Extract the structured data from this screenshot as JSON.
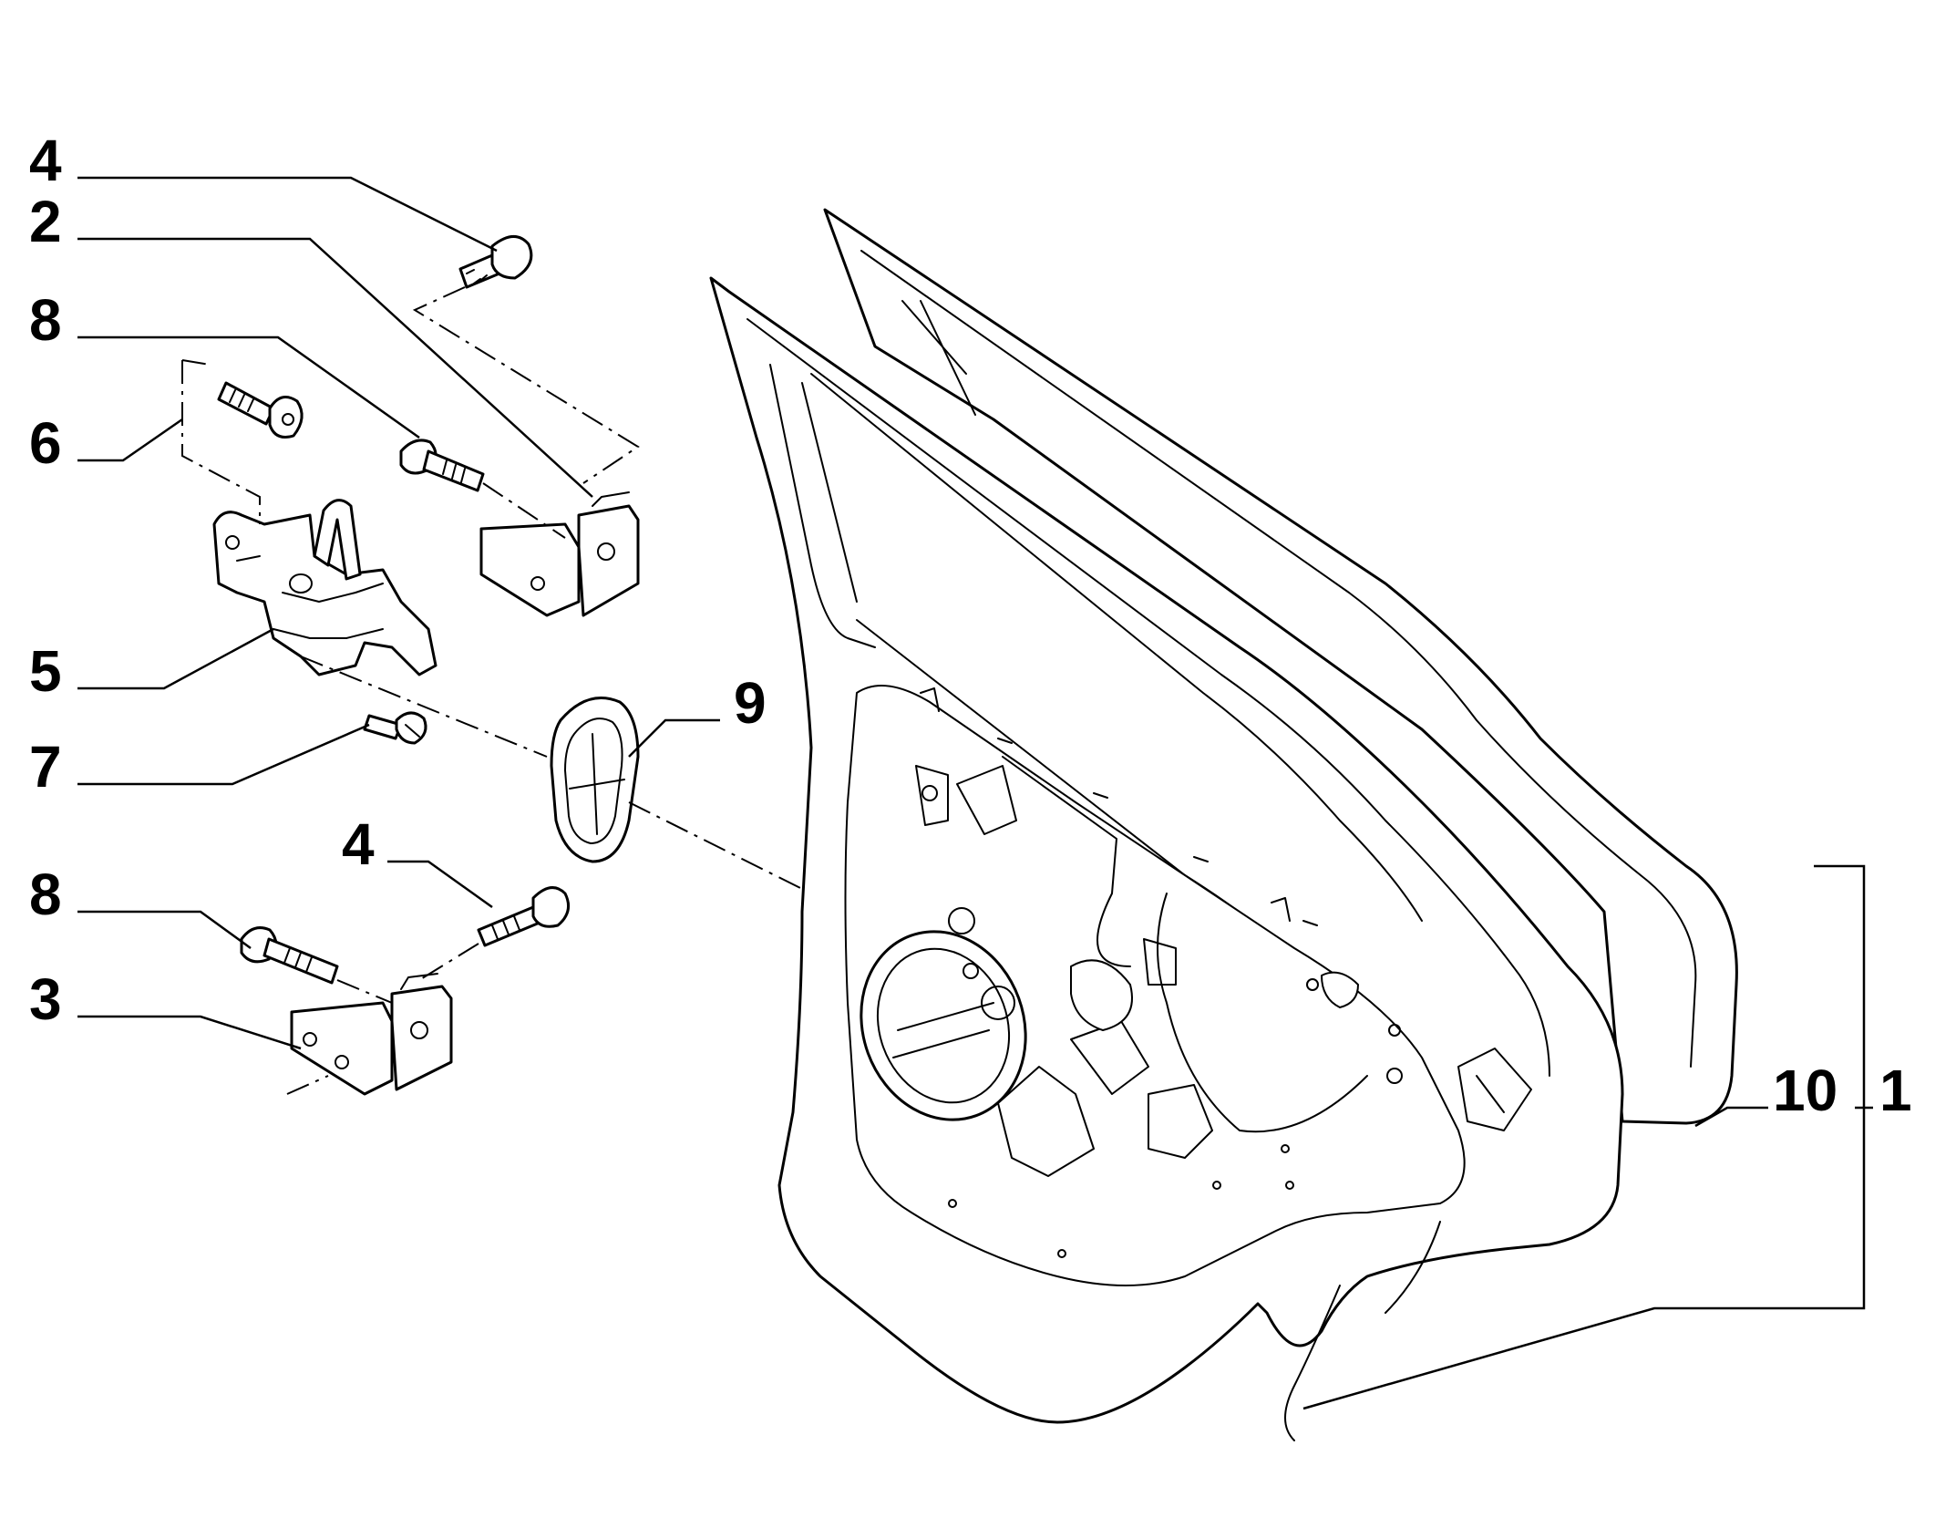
{
  "diagram": {
    "callouts": [
      {
        "id": "c4a",
        "label": "4"
      },
      {
        "id": "c2",
        "label": "2"
      },
      {
        "id": "c8a",
        "label": "8"
      },
      {
        "id": "c6",
        "label": "6"
      },
      {
        "id": "c5",
        "label": "5"
      },
      {
        "id": "c7",
        "label": "7"
      },
      {
        "id": "c9",
        "label": "9"
      },
      {
        "id": "c4b",
        "label": "4"
      },
      {
        "id": "c8b",
        "label": "8"
      },
      {
        "id": "c3",
        "label": "3"
      },
      {
        "id": "c10",
        "label": "10"
      },
      {
        "id": "c1",
        "label": "1"
      }
    ]
  }
}
